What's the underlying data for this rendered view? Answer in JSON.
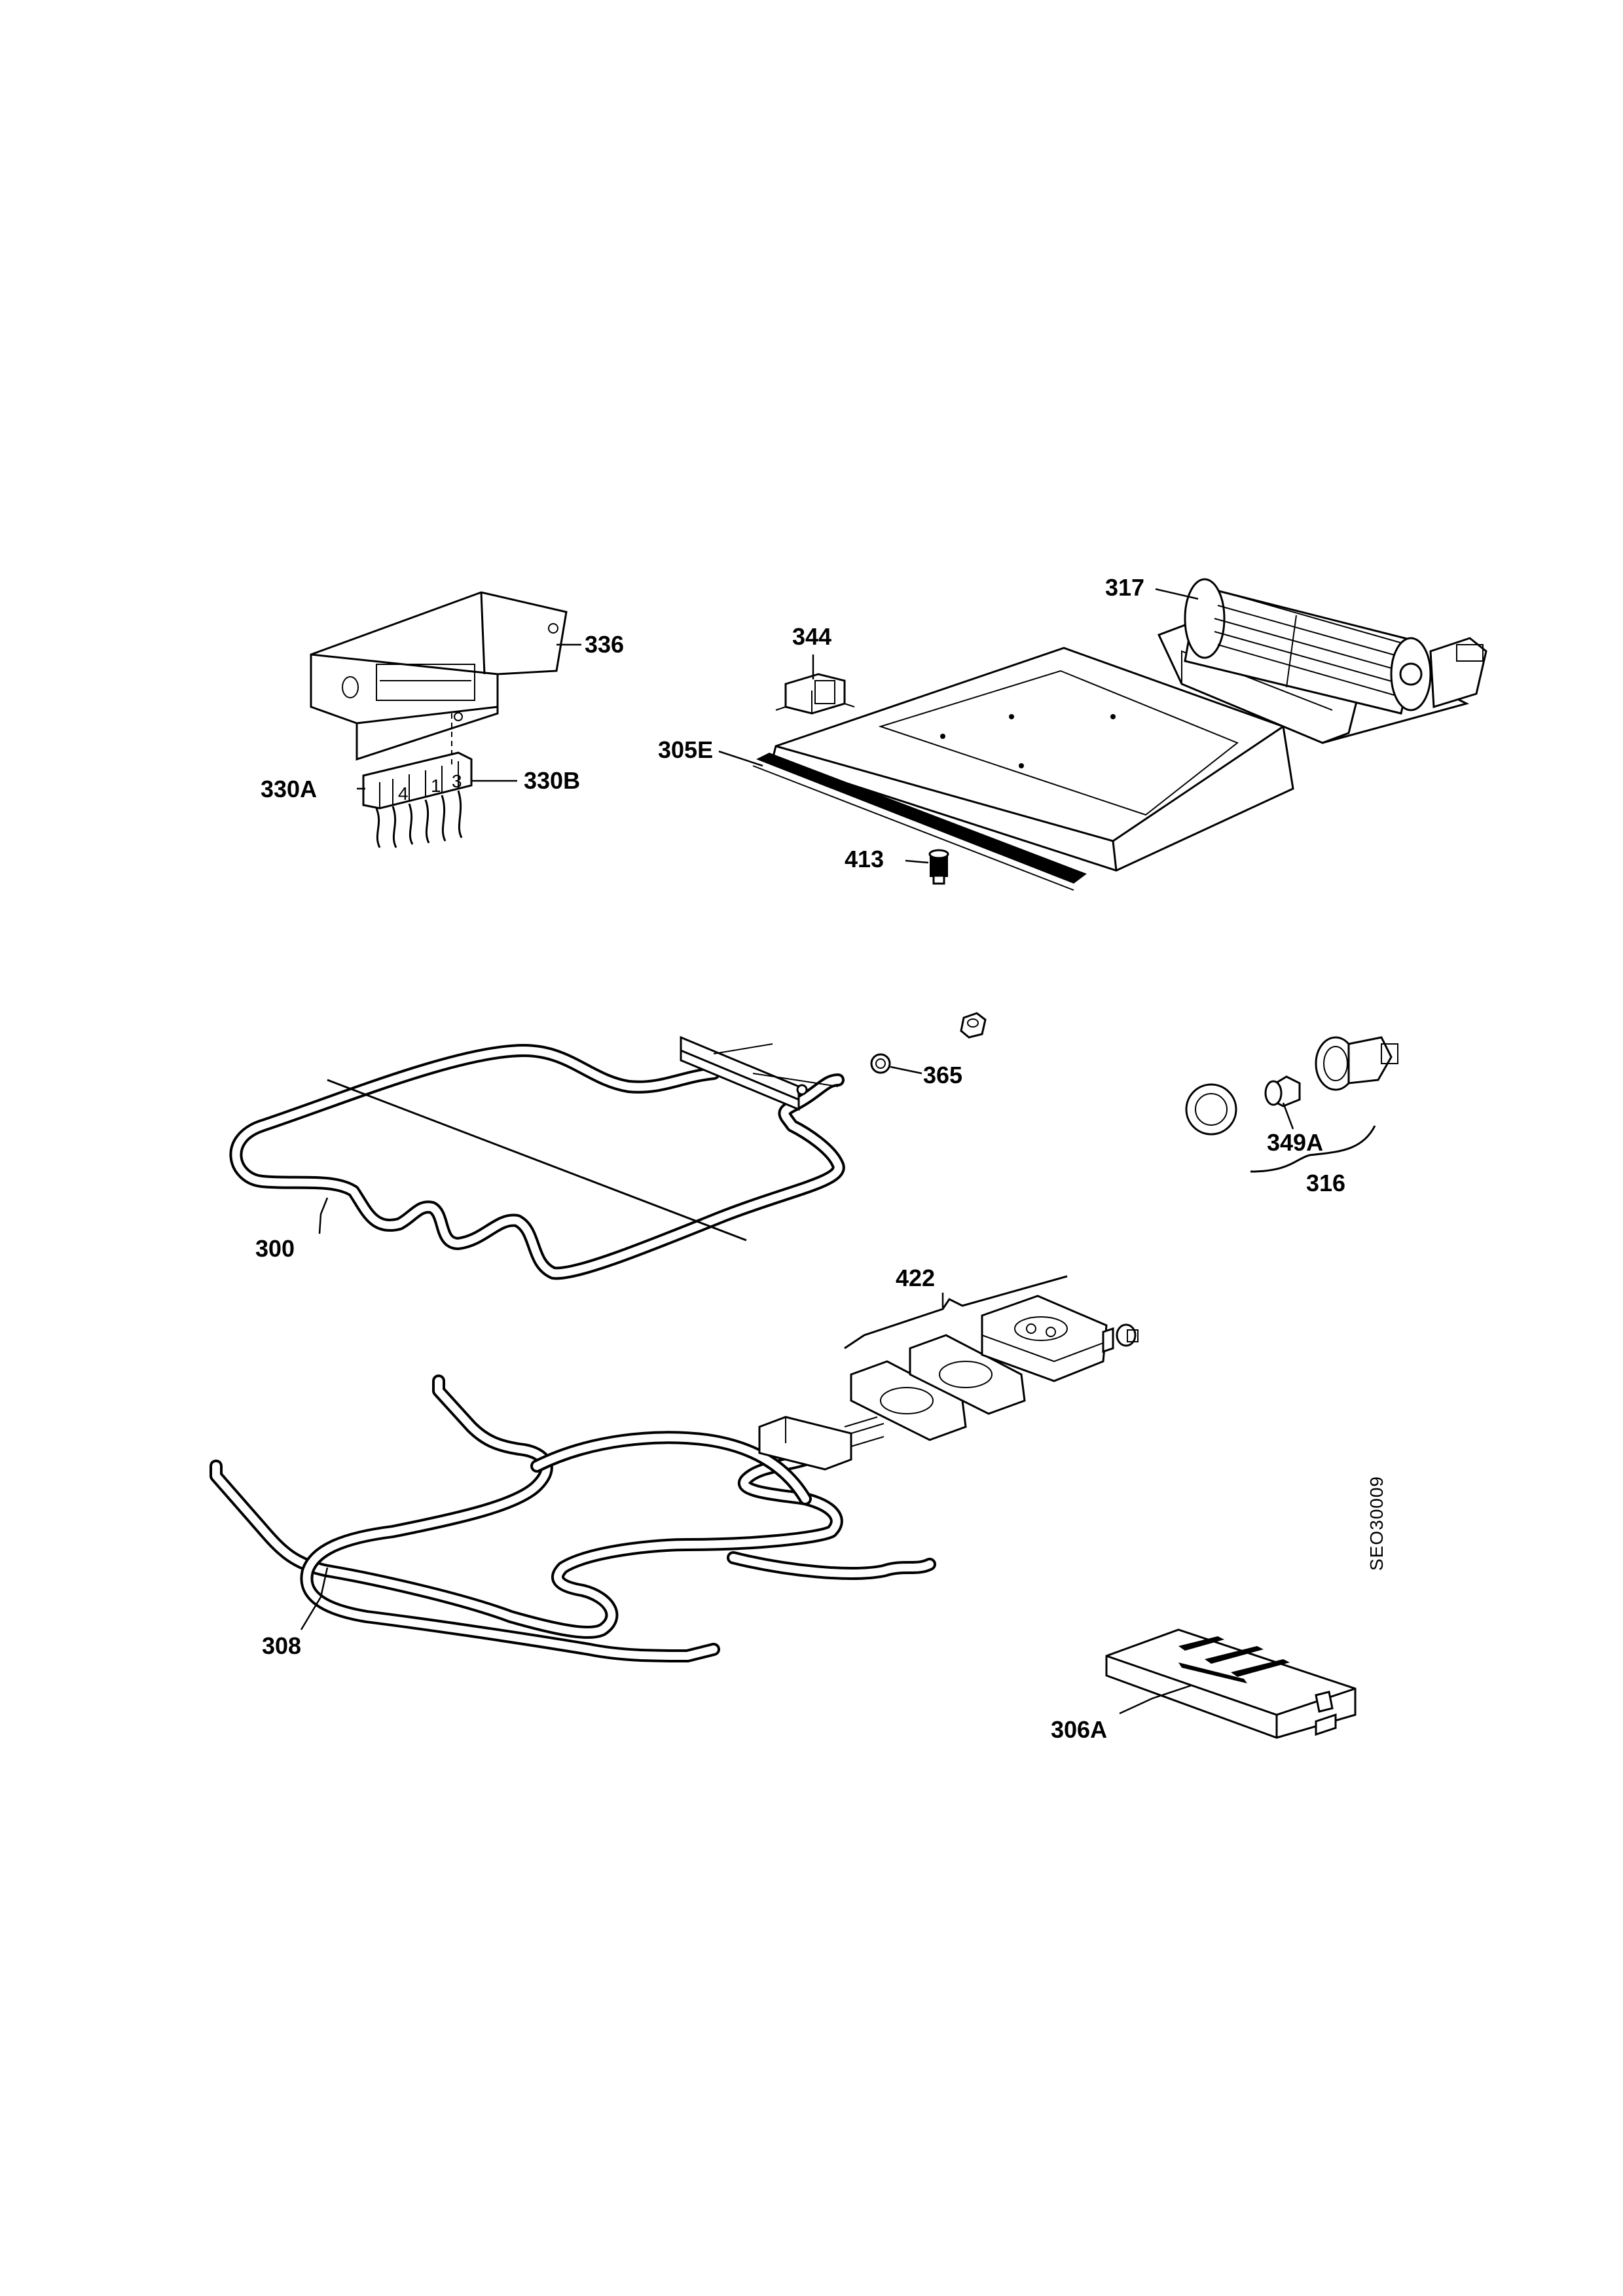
{
  "diagram_code": "SEO30009",
  "parts": [
    {
      "id": "p317",
      "label": "317"
    },
    {
      "id": "p336",
      "label": "336"
    },
    {
      "id": "p344",
      "label": "344"
    },
    {
      "id": "p305E",
      "label": "305E"
    },
    {
      "id": "p330A",
      "label": "330A"
    },
    {
      "id": "p330B",
      "label": "330B"
    },
    {
      "id": "p413",
      "label": "413"
    },
    {
      "id": "p365",
      "label": "365"
    },
    {
      "id": "p349A",
      "label": "349A"
    },
    {
      "id": "p316",
      "label": "316"
    },
    {
      "id": "p300",
      "label": "300"
    },
    {
      "id": "p422",
      "label": "422"
    },
    {
      "id": "p308",
      "label": "308"
    },
    {
      "id": "p306A",
      "label": "306A"
    }
  ],
  "terminal_block_marks": [
    "4",
    "1",
    "3"
  ]
}
